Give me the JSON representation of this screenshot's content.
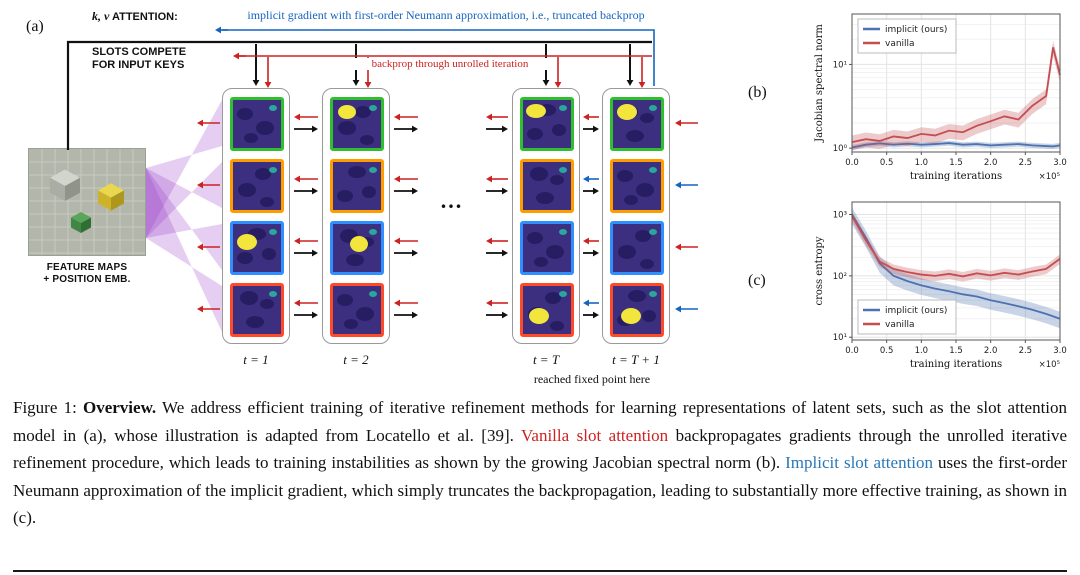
{
  "colors": {
    "arrow_black": "#111111",
    "arrow_red": "#cc2222",
    "arrow_blue": "#1565c0",
    "caption_red": "#cc2222",
    "caption_blue": "#2878b8",
    "series_blue": "#4c72b0",
    "series_red": "#c44e52"
  },
  "figure": {
    "panel_a": "(a)",
    "panel_b": "(b)",
    "panel_c": "(c)",
    "kv_label": "k, v",
    "attention_label": "ATTENTION:",
    "slots_label": "SLOTS COMPETE\nFOR INPUT KEYS",
    "implicit_gradient_label": "implicit gradient with first-order Neumann approximation, i.e., truncated backprop",
    "backprop_label": "backprop through unrolled iteration",
    "feature_maps_label": "FEATURE MAPS\n+ POSITION EMB.",
    "timesteps": [
      "t = 1",
      "t = 2",
      "t = T",
      "t = T + 1"
    ],
    "ellipsis": "...",
    "fixed_point_label": "reached fixed point here",
    "slot_colors": [
      "#2fbf2f",
      "#ff9d00",
      "#2f8fff",
      "#ff4a2a"
    ],
    "tile_palette": {
      "bg": "#3c2f80",
      "blob": "#271d63",
      "teal": "#2aa79b",
      "yellow": "#f2e63c"
    }
  },
  "chart_data": [
    {
      "type": "line",
      "panel": "b",
      "ylabel": "Jacobian spectral norm",
      "xlabel": "training iterations",
      "x_scale_note": "×10⁵",
      "yscale": "log",
      "xlim": [
        0,
        3.0
      ],
      "ylim": [
        0.9,
        40
      ],
      "xticks": [
        0.0,
        0.5,
        1.0,
        1.5,
        2.0,
        2.5,
        3.0
      ],
      "ytick_values": [
        1,
        10
      ],
      "ytick_labels": [
        "10⁰",
        "10¹"
      ],
      "legend_position": "top-left",
      "grid": true,
      "x": [
        0,
        0.2,
        0.4,
        0.6,
        0.8,
        1.0,
        1.2,
        1.4,
        1.6,
        1.8,
        2.0,
        2.2,
        2.4,
        2.6,
        2.8,
        2.9,
        3.0
      ],
      "series": [
        {
          "name": "implicit (ours)",
          "color": "#4c72b0",
          "band": 0.07,
          "values": [
            1.02,
            1.1,
            1.14,
            1.1,
            1.13,
            1.1,
            1.12,
            1.15,
            1.1,
            1.12,
            1.08,
            1.1,
            1.12,
            1.08,
            1.06,
            1.05,
            1.08
          ]
        },
        {
          "name": "vanilla",
          "color": "#c44e52",
          "band": 0.2,
          "values": [
            1.18,
            1.28,
            1.22,
            1.38,
            1.32,
            1.48,
            1.42,
            1.62,
            1.55,
            1.85,
            2.1,
            2.4,
            2.2,
            3.2,
            4.2,
            16,
            7.5
          ]
        }
      ]
    },
    {
      "type": "line",
      "panel": "c",
      "ylabel": "cross entropy",
      "xlabel": "training iterations",
      "x_scale_note": "×10⁵",
      "yscale": "log",
      "xlim": [
        0,
        3.0
      ],
      "ylim": [
        9,
        1600
      ],
      "xticks": [
        0.0,
        0.5,
        1.0,
        1.5,
        2.0,
        2.5,
        3.0
      ],
      "ytick_values": [
        10,
        100,
        1000
      ],
      "ytick_labels": [
        "10¹",
        "10²",
        "10³"
      ],
      "legend_position": "bottom-left",
      "grid": true,
      "x": [
        0,
        0.2,
        0.4,
        0.6,
        0.8,
        1.0,
        1.2,
        1.4,
        1.6,
        1.8,
        2.0,
        2.2,
        2.4,
        2.6,
        2.8,
        3.0
      ],
      "series": [
        {
          "name": "implicit (ours)",
          "color": "#4c72b0",
          "band": 0.3,
          "values": [
            1000,
            420,
            160,
            100,
            82,
            70,
            62,
            56,
            50,
            46,
            40,
            36,
            32,
            28,
            24,
            20
          ]
        },
        {
          "name": "vanilla",
          "color": "#c44e52",
          "band": 0.18,
          "values": [
            950,
            380,
            170,
            130,
            115,
            105,
            100,
            108,
            98,
            110,
            102,
            112,
            105,
            118,
            130,
            190
          ]
        }
      ]
    }
  ],
  "caption": {
    "segments": [
      {
        "text": "Figure 1: ",
        "style": "normal"
      },
      {
        "text": "Overview.",
        "style": "bold"
      },
      {
        "text": " We address efficient training of iterative refinement methods for learning representations of latent sets, such as the slot attention model in (a), whose illustration is adapted from Locatello et al. [39]. ",
        "style": "normal"
      },
      {
        "text": "Vanilla slot attention",
        "style": "red"
      },
      {
        "text": " backpropagates gradients through the unrolled iterative refinement procedure, which leads to training instabilities as shown by the growing Jacobian spectral norm (b). ",
        "style": "normal"
      },
      {
        "text": "Implicit slot attention",
        "style": "blue"
      },
      {
        "text": " uses the first-order Neumann approximation of the implicit gradient, which simply truncates the backpropagation, leading to substantially more effective training, as shown in (c).",
        "style": "normal"
      }
    ]
  }
}
